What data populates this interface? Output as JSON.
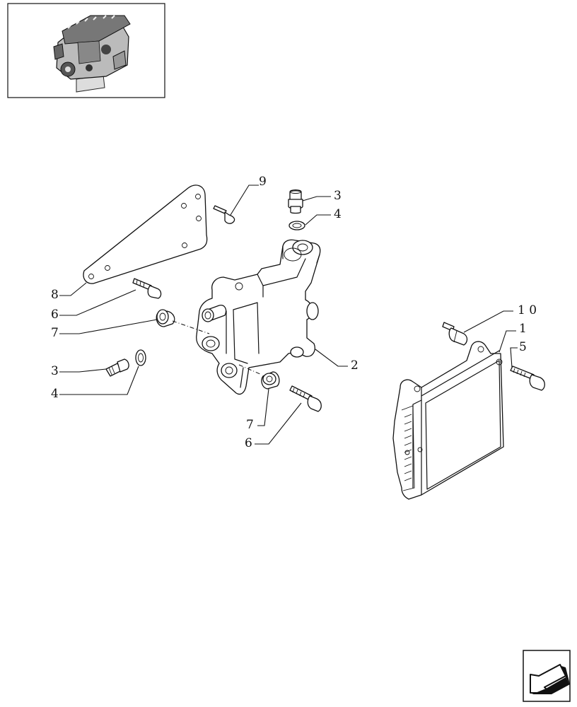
{
  "labels": {
    "l1": "1",
    "l2": "2",
    "l3a": "3",
    "l3b": "3",
    "l4a": "4",
    "l4b": "4",
    "l5": "5",
    "l6a": "6",
    "l6b": "6",
    "l7a": "7",
    "l7b": "7",
    "l8": "8",
    "l9": "9",
    "l10": "1 0"
  },
  "icons": {
    "thumbnail": "engine-thumbnail-icon",
    "nav": "arrow-down-left-icon"
  }
}
